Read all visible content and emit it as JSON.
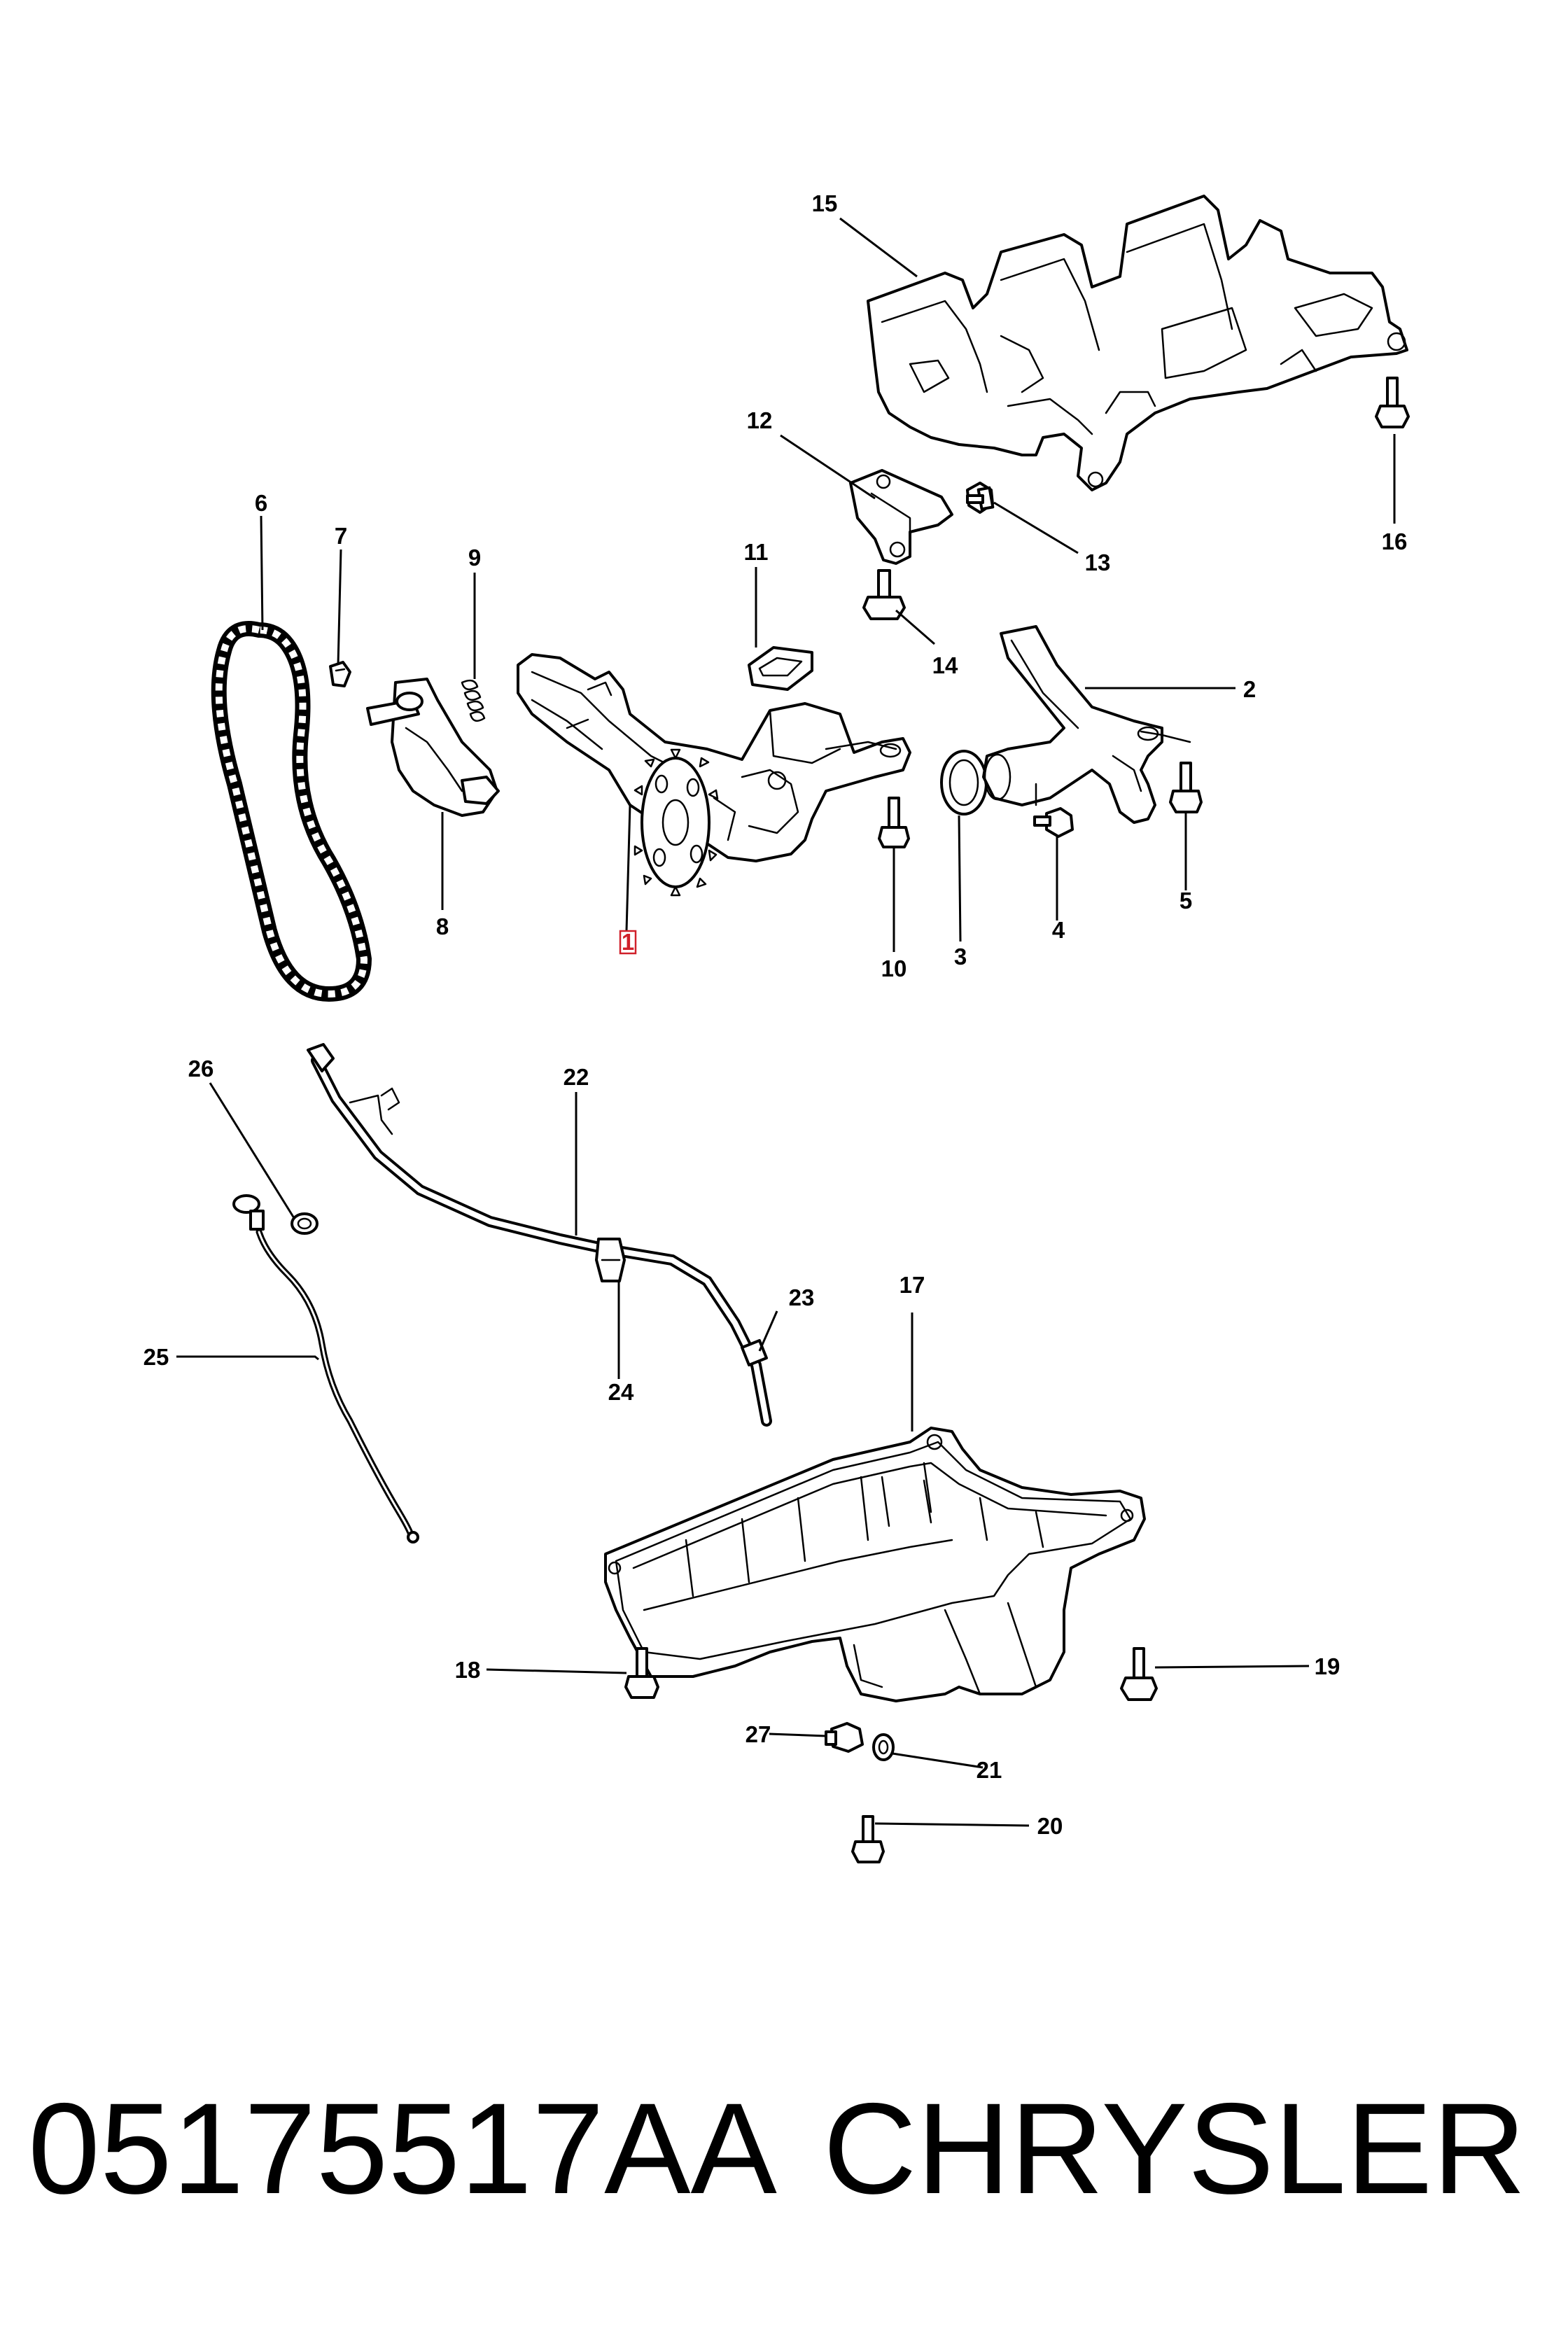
{
  "diagram": {
    "callouts": {
      "1": "1",
      "2": "2",
      "3": "3",
      "4": "4",
      "5": "5",
      "6": "6",
      "7": "7",
      "8": "8",
      "9": "9",
      "10": "10",
      "11": "11",
      "12": "12",
      "13": "13",
      "14": "14",
      "15": "15",
      "16": "16",
      "17": "17",
      "18": "18",
      "19": "19",
      "20": "20",
      "21": "21",
      "22": "22",
      "23": "23",
      "24": "24",
      "25": "25",
      "26": "26",
      "27": "27"
    },
    "highlighted_callout": "1",
    "highlight_color": "#d0202a"
  },
  "footer": {
    "part_number": "05175517AA",
    "brand": "CHRYSLER"
  }
}
